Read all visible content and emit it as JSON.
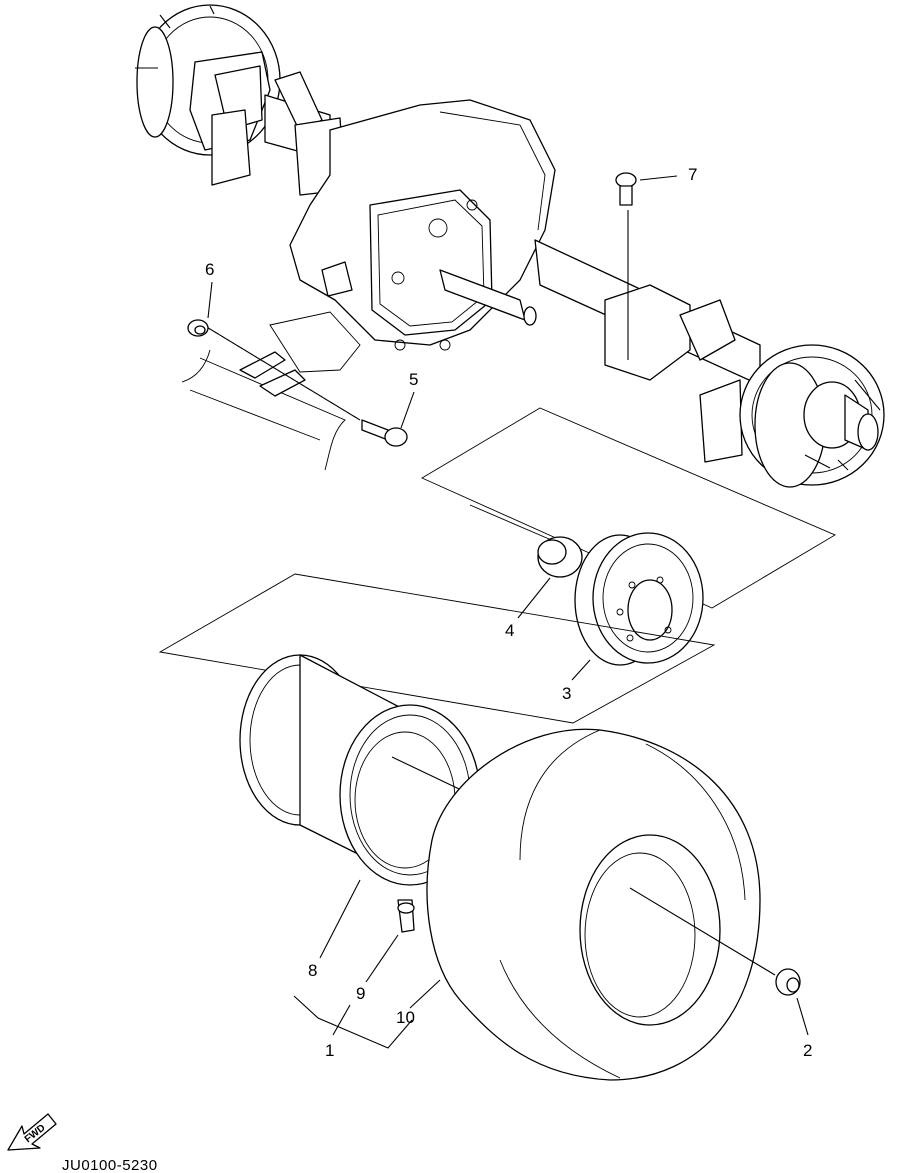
{
  "drawing_code": "JU0100-5230",
  "fwd_label": "FWD",
  "callouts": [
    "1",
    "2",
    "3",
    "4",
    "5",
    "6",
    "7",
    "8",
    "9",
    "10"
  ]
}
